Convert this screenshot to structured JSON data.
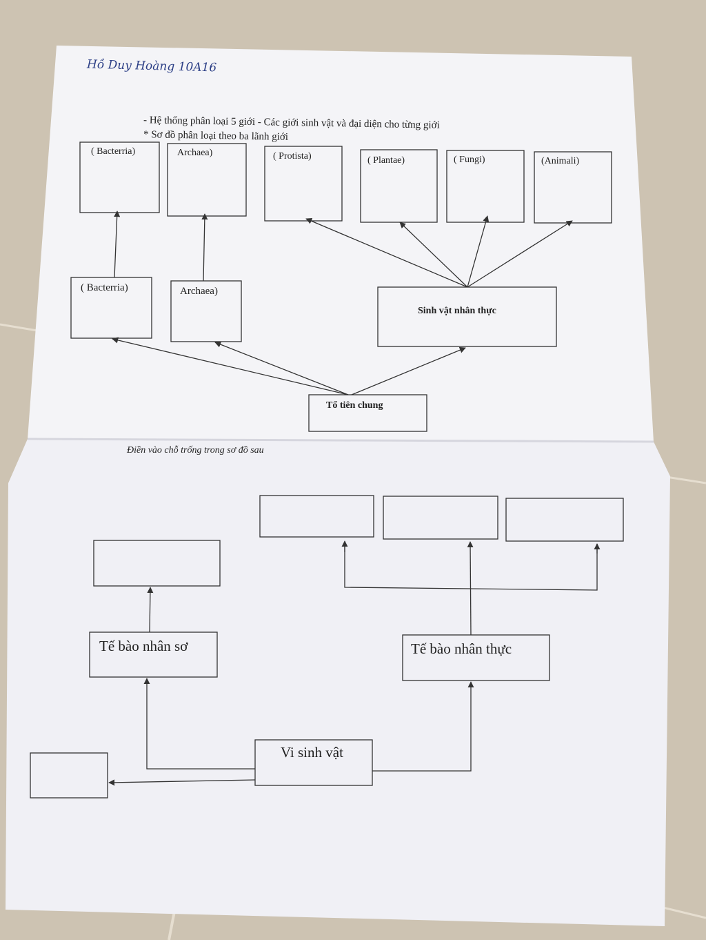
{
  "header": {
    "student": "Hồ Duy Hoàng 10A16",
    "line1": "- Hệ thống phân loại 5 giới - Các giới sinh vật và đại diện cho từng giới",
    "line2": "* Sơ đồ phân loại theo ba lãnh giới"
  },
  "diagram1": {
    "kingdoms": [
      "( Bacterria)",
      "Archaea)",
      "( Protista)",
      "( Plantae)",
      "( Fungi)",
      "(Animali)"
    ],
    "domains": [
      "( Bacterria)",
      "Archaea)",
      "Sinh vật nhân thực"
    ],
    "root": "Tổ tiên chung"
  },
  "instruction": "Điền vào chỗ trống trong sơ đồ sau",
  "diagram2": {
    "prokaryote": "Tế bào nhân sơ",
    "eukaryote": "Tế bào nhân thực",
    "root": "Vi sinh vật"
  },
  "colors": {
    "paper": "#f3f3f6",
    "ink": "#333333",
    "floor": "#cfc5b4",
    "pen": "#2c3f86"
  }
}
